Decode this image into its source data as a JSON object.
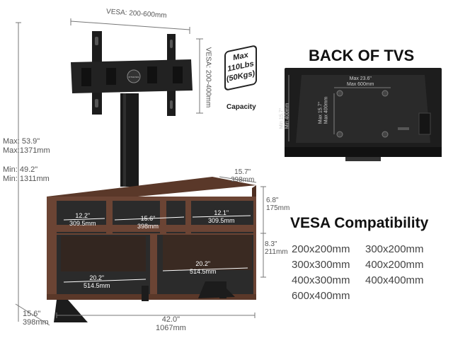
{
  "stand": {
    "vesa_width": "VESA: 200-600mm",
    "vesa_height": "VESA: 200-400mm",
    "capacity_badge": {
      "line1": "Max",
      "line2": "110Lbs",
      "line3": "(50Kgs)"
    },
    "capacity_label": "Capacity",
    "max_height": {
      "imperial": "Max: 53.9\"",
      "metric": "Max:1371mm"
    },
    "min_height": {
      "imperial": "Min:  49.2\"",
      "metric": "Min: 1311mm"
    },
    "top_depth": {
      "imperial": "15.7\"",
      "metric": "398mm"
    },
    "top_shelf_height": {
      "imperial": "6.8\"",
      "metric": "175mm"
    },
    "bottom_shelf_height": {
      "imperial": "8.3\"",
      "metric": "211mm"
    },
    "small_cubby_width": {
      "imperial": "12.2\"",
      "metric": "309.5mm"
    },
    "middle_cubby_width": {
      "imperial": "15.6\"",
      "metric": "398mm"
    },
    "right_cubby_width": {
      "imperial": "12.1\"",
      "metric": "309.5mm"
    },
    "bottom_left_width": {
      "imperial": "20.2\"",
      "metric": "514.5mm"
    },
    "bottom_right_width": {
      "imperial": "20.2\"",
      "metric": "514.5mm"
    },
    "base_depth": {
      "imperial": "15.6\"",
      "metric": "398mm"
    },
    "total_width": {
      "imperial": "42.0\"",
      "metric": "1067mm"
    },
    "bracket_logo": "FITUEYES"
  },
  "tv_back": {
    "heading": "BACK OF TVS",
    "max_width": {
      "imperial": "Max 23.6\"",
      "metric": "Max 600mm"
    },
    "max_height_inner": {
      "imperial": "Max 15.7\"",
      "metric": "Max 400mm"
    },
    "min_height_side": {
      "imperial": "Min 15.7\"",
      "metric": "Min 400mm"
    }
  },
  "compat": {
    "heading": "VESA Compatibility",
    "rows": [
      [
        "200x200mm",
        "300x200mm"
      ],
      [
        "300x300mm",
        "400x200mm"
      ],
      [
        "400x300mm",
        "400x400mm"
      ],
      [
        "600x400mm"
      ]
    ]
  },
  "colors": {
    "wood": "#6b4434",
    "wood_dark": "#4e2f22",
    "interior": "#2b2b2b",
    "metal": "#1c1c1c",
    "dim_line": "#777777"
  }
}
